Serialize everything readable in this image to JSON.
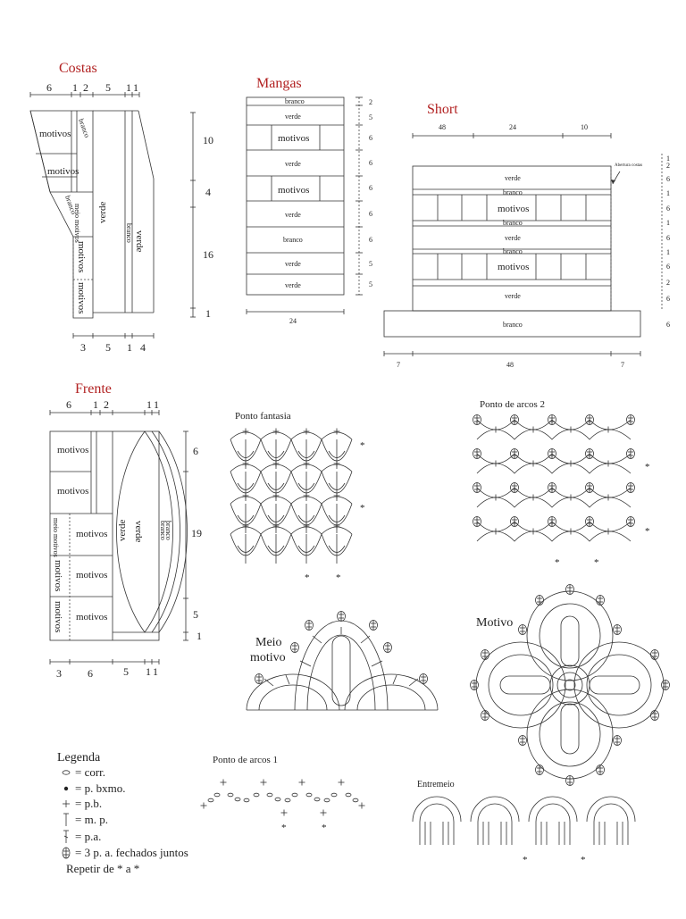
{
  "costas": {
    "title": "Costas",
    "top_measures": [
      "6",
      "1",
      "2",
      "5",
      "1",
      "1"
    ],
    "bottom_measures": [
      "3",
      "5",
      "1",
      "4"
    ],
    "side_measures": [
      "10",
      "4",
      "16",
      "1"
    ],
    "labels": {
      "motivos1": "motivos",
      "motivos2": "motivos",
      "branco_top": "branco",
      "branco_mid": "branco",
      "meio_motivos": "meio motivos",
      "motivos_v1": "motivos",
      "motivos_v2": "motivos",
      "verde1": "verde",
      "branco_v": "branco",
      "verde2": "verde"
    }
  },
  "mangas": {
    "title": "Mangas",
    "rows": [
      "branco",
      "verde",
      "motivos",
      "verde",
      "motivos",
      "verde",
      "branco",
      "verde",
      "verde"
    ],
    "side_measures": [
      "2",
      "5",
      "6",
      "6",
      "6",
      "6",
      "6",
      "5",
      "5"
    ],
    "bottom_measure": "24"
  },
  "short": {
    "title": "Short",
    "top_measures": [
      "48",
      "24",
      "10"
    ],
    "bottom_measures": [
      "7",
      "48",
      "7"
    ],
    "rows": [
      "verde",
      "branco",
      "motivos",
      "branco",
      "verde",
      "branco",
      "motivos",
      "verde",
      "branco"
    ],
    "side_measures": [
      "1",
      "2",
      "6",
      "1",
      "6",
      "1",
      "6",
      "1",
      "6",
      "2",
      "6",
      "6"
    ],
    "note": "Abertura costas"
  },
  "frente": {
    "title": "Frente",
    "top_measures": [
      "6",
      "1",
      "2",
      "1",
      "1"
    ],
    "bottom_measures": [
      "3",
      "6",
      "5",
      "1",
      "1"
    ],
    "side_measures": [
      "6",
      "19",
      "5",
      "1"
    ],
    "labels": {
      "m1": "motivos",
      "m2": "motivos",
      "meio_motivos": "meio motivos",
      "m3": "motivos",
      "m4": "motivos",
      "mv1": "motivos",
      "mv2": "motivos",
      "m5": "motivos",
      "verde1": "verde",
      "verde2": "verde",
      "branco1": "branco",
      "branco2": "branco"
    }
  },
  "stitch_charts": {
    "ponto_fantasia": "Ponto fantasia",
    "ponto_arcos_2": "Ponto de arcos 2",
    "meio_motivo": [
      "Meio",
      "motivo"
    ],
    "motivo": "Motivo",
    "ponto_arcos_1": "Ponto de arcos 1",
    "entremeio": "Entremeio",
    "repeat_mark": "*"
  },
  "legend": {
    "title": "Legenda",
    "items": [
      {
        "symbol": "chain-icon",
        "text": "= corr."
      },
      {
        "symbol": "slip-stitch-icon",
        "text": "= p. bxmo."
      },
      {
        "symbol": "single-crochet-icon",
        "text": "= p.b."
      },
      {
        "symbol": "half-double-icon",
        "text": "= m. p."
      },
      {
        "symbol": "double-crochet-icon",
        "text": "= p.a."
      },
      {
        "symbol": "cluster-icon",
        "text": "= 3 p. a. fechados juntos"
      }
    ],
    "repeat": "Repetir de * a *"
  },
  "colors": {
    "title": "#b22222",
    "line": "#333333"
  }
}
